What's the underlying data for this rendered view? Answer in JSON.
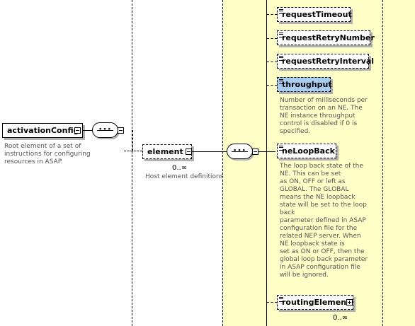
{
  "diagram": {
    "root": {
      "label": "activationConfig",
      "doc": "Root element of a set of\ninstructions for configuring\nresources in ASAP."
    },
    "element": {
      "label": "element",
      "cardinality": "0..∞",
      "doc": "Host element definitions"
    },
    "children": [
      {
        "label": "requestTimeout"
      },
      {
        "label": "requestRetryNumber"
      },
      {
        "label": "requestRetryInterval"
      },
      {
        "label": "throughput",
        "doc": "Number of milliseconds per\ntransaction on an NE. The\nNE instance throughput\ncontrol is disabled if 0 is\nspecified."
      },
      {
        "label": "neLoopBack",
        "doc": "The loop back state of the\nNE. This can be set\nas ON, OFF or left as\nGLOBAL. The GLOBAL\nmeans the NE loopback\nstate will be set to the loop\nback\nparameter defined in ASAP\nconfiguration file for the\nrelated NEP server. When\nNE loopback state is\nset as ON or OFF, then the\nglobal loop back parameter\nin ASAP configuration file\nwill be ignored."
      },
      {
        "label": "routingElement",
        "cardinality": "0..∞"
      }
    ],
    "colors": {
      "panel": "#ffffc8",
      "highlight": "#a8cdf0"
    }
  }
}
